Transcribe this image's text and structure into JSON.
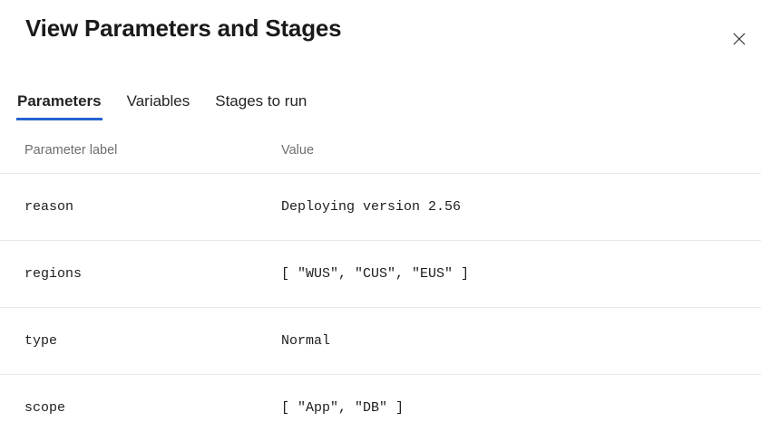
{
  "dialog": {
    "title": "View Parameters and Stages"
  },
  "icons": {
    "close": "close-icon"
  },
  "tabs": [
    {
      "label": "Parameters",
      "active": true
    },
    {
      "label": "Variables",
      "active": false
    },
    {
      "label": "Stages to run",
      "active": false
    }
  ],
  "table": {
    "columns": [
      "Parameter label",
      "Value"
    ],
    "rows": [
      {
        "label": "reason",
        "value": "Deploying version 2.56"
      },
      {
        "label": "regions",
        "value": "[ \"WUS\", \"CUS\", \"EUS\" ]"
      },
      {
        "label": "type",
        "value": "Normal"
      },
      {
        "label": "scope",
        "value": "[ \"App\", \"DB\" ]"
      }
    ]
  },
  "colors": {
    "accent": "#2563d0",
    "divider": "#e9e9e9",
    "text": "#1a1a1a",
    "muted": "#6e6e6e",
    "monotext": "#1d1d1d"
  }
}
